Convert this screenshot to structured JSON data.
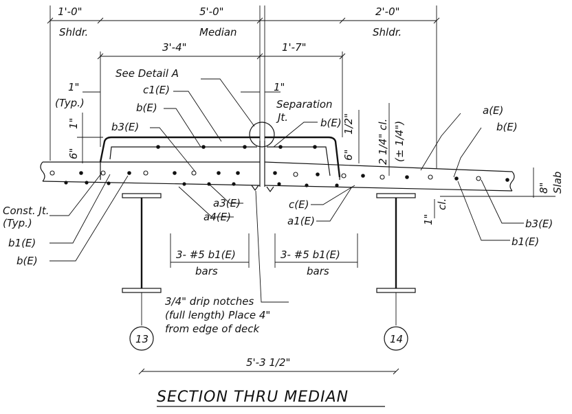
{
  "drawing": {
    "title": "SECTION THRU MEDIAN",
    "dimensions": {
      "shoulder_left": "1'-0\"",
      "shoulder_left_label": "Shldr.",
      "median": "5'-0\"",
      "median_label": "Median",
      "shoulder_right": "2'-0\"",
      "shoulder_right_label": "Shldr.",
      "left_part": "3'-4\"",
      "right_part": "1'-7\"",
      "typ_one_inch": "1\"",
      "typ_note": "(Typ.)",
      "one_inch_left_vert": "1\"",
      "six_inch_left": "6\"",
      "separation_one_inch": "1\"",
      "half_inch": "1/2\"",
      "six_inch_right": "6\"",
      "clear_main": "2 1/4\" cl.",
      "clear_tol": "(± 1/4\")",
      "slab_depth": "8\"",
      "slab_label": "Slab",
      "one_inch_cl": "1\"",
      "cl_label": "cl.",
      "girder_spacing": "5'-3 1/2\""
    },
    "callouts": {
      "see_detail": "See Detail A",
      "c1": "c1(E)",
      "b_left": "b(E)",
      "b3_left": "b3(E)",
      "separation": "Separation",
      "jt": "Jt.",
      "b_right_top": "b(E)",
      "a_right": "a(E)",
      "b_right": "b(E)",
      "const_jt": "Const. Jt.",
      "typ": "(Typ.)",
      "b1_left": "b1(E)",
      "b_left_bottom": "b(E)",
      "a3": "a3(E)",
      "a4": "a4(E)",
      "c": "c(E)",
      "a1": "a1(E)",
      "b3_right": "b3(E)",
      "b1_right": "b1(E)",
      "bars_left_1": "3- #5  b1(E)",
      "bars_left_2": "bars",
      "bars_right_1": "3- #5  b1(E)",
      "bars_right_2": "bars",
      "drip_1": "3/4\" drip notches",
      "drip_2": "(full length) Place 4\"",
      "drip_3": "from edge of deck",
      "girder_left": "13",
      "girder_right": "14"
    }
  }
}
